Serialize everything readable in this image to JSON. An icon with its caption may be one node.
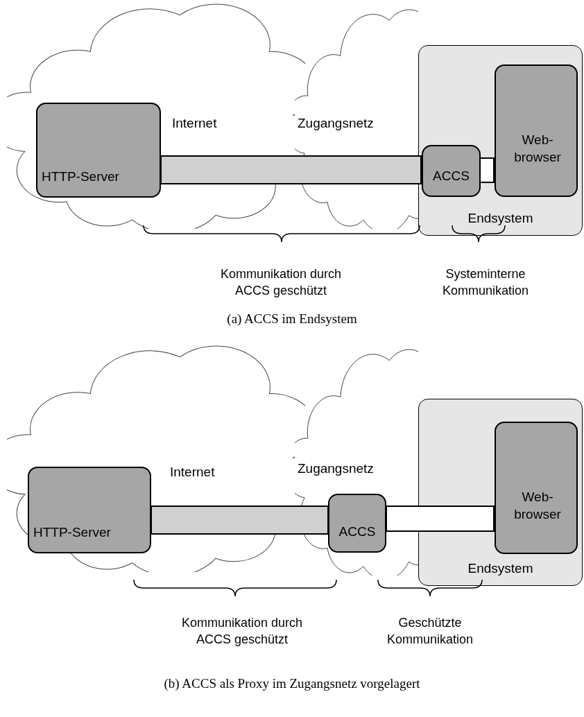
{
  "diagram": {
    "nodes": [
      {
        "text": [
          "Internet"
        ]
      },
      {
        "text": [
          "Zugangsnetz"
        ]
      },
      {
        "text": [
          "Endsystem"
        ]
      },
      {
        "text": [
          "HTTP-Server"
        ],
        "in": 0
      },
      {
        "text": [
          "ACCS"
        ],
        "in": 2
      },
      {
        "text": [
          "Web- browser"
        ],
        "in": 2
      },
      {
        "text": [
          "Internet"
        ]
      },
      {
        "text": [
          "Zugangsnetz"
        ]
      },
      {
        "text": [
          "Endsystem"
        ]
      },
      {
        "text": [
          "HTTP-Server"
        ],
        "in": 6
      },
      {
        "text": [
          "ACCS"
        ],
        "in": 7
      },
      {
        "text": [
          "Web- browser"
        ],
        "in": 8
      }
    ],
    "edges": [
      {
        "from": 3,
        "to": 4,
        "arrow": "none",
        "style": "thick",
        "color": "#d0d0d0"
      },
      {
        "from": 4,
        "to": 5,
        "arrow": "none",
        "style": "thick",
        "color": "#ffffff"
      },
      {
        "from": 9,
        "to": 10,
        "arrow": "none",
        "style": "thick",
        "color": "#d0d0d0"
      },
      {
        "from": 10,
        "to": 11,
        "arrow": "none",
        "style": "thick",
        "color": "#ffffff"
      }
    ],
    "labels": [
      "Kommunikation durch ACCS geschützt",
      "Systeminterne Kommunikation",
      "(a) ACCS im Endsystem",
      "Kommunikation durch ACCS geschützt",
      "Geschützte Kommunikation",
      "(b) ACCS als Proxy im Zugangsnetz vorgelagert"
    ]
  }
}
